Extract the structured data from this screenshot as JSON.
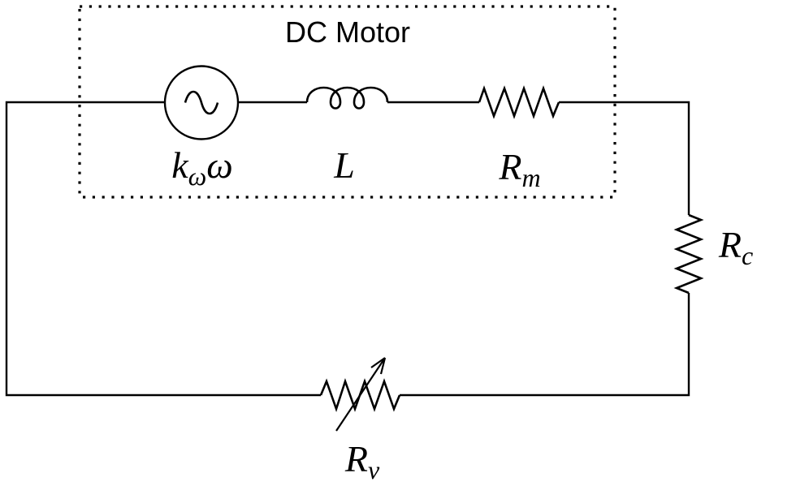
{
  "diagram": {
    "title": "DC Motor",
    "background_color": "#ffffff",
    "line_color": "#000000",
    "labels": {
      "source": {
        "base": "k",
        "sub": "ω",
        "suffix": "ω"
      },
      "inductor": {
        "base": "L"
      },
      "motor_resistor": {
        "base": "R",
        "sub": "m"
      },
      "cable_resistor": {
        "base": "R",
        "sub": "c"
      },
      "variable_resistor": {
        "base": "R",
        "sub": "v"
      }
    },
    "components": [
      {
        "name": "back-emf-source",
        "type": "ac-source",
        "location": "top-left inside DC Motor box"
      },
      {
        "name": "inductor",
        "type": "inductor",
        "location": "top-middle inside DC Motor box"
      },
      {
        "name": "motor-resistor",
        "type": "resistor",
        "location": "top-right inside DC Motor box"
      },
      {
        "name": "cable-resistor",
        "type": "resistor",
        "location": "right vertical branch"
      },
      {
        "name": "variable-resistor",
        "type": "variable-resistor",
        "location": "bottom branch"
      }
    ]
  }
}
